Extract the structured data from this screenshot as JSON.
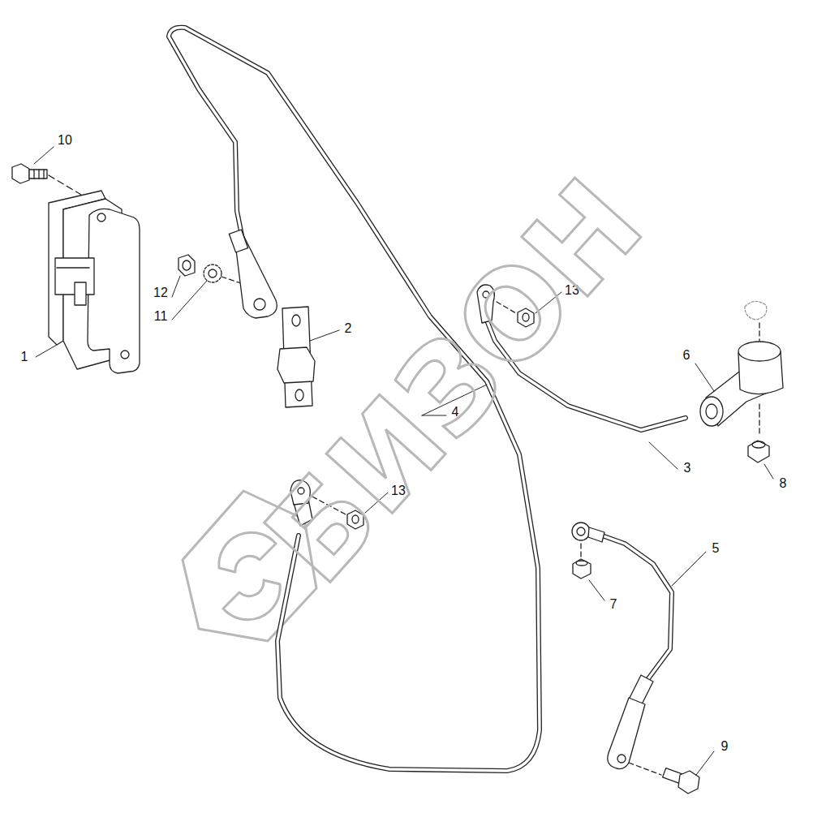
{
  "diagram": {
    "labels": [
      "10",
      "1",
      "12",
      "11",
      "2",
      "13",
      "4",
      "13",
      "6",
      "3",
      "8",
      "5",
      "7",
      "9",
      "БИЗОН"
    ]
  }
}
